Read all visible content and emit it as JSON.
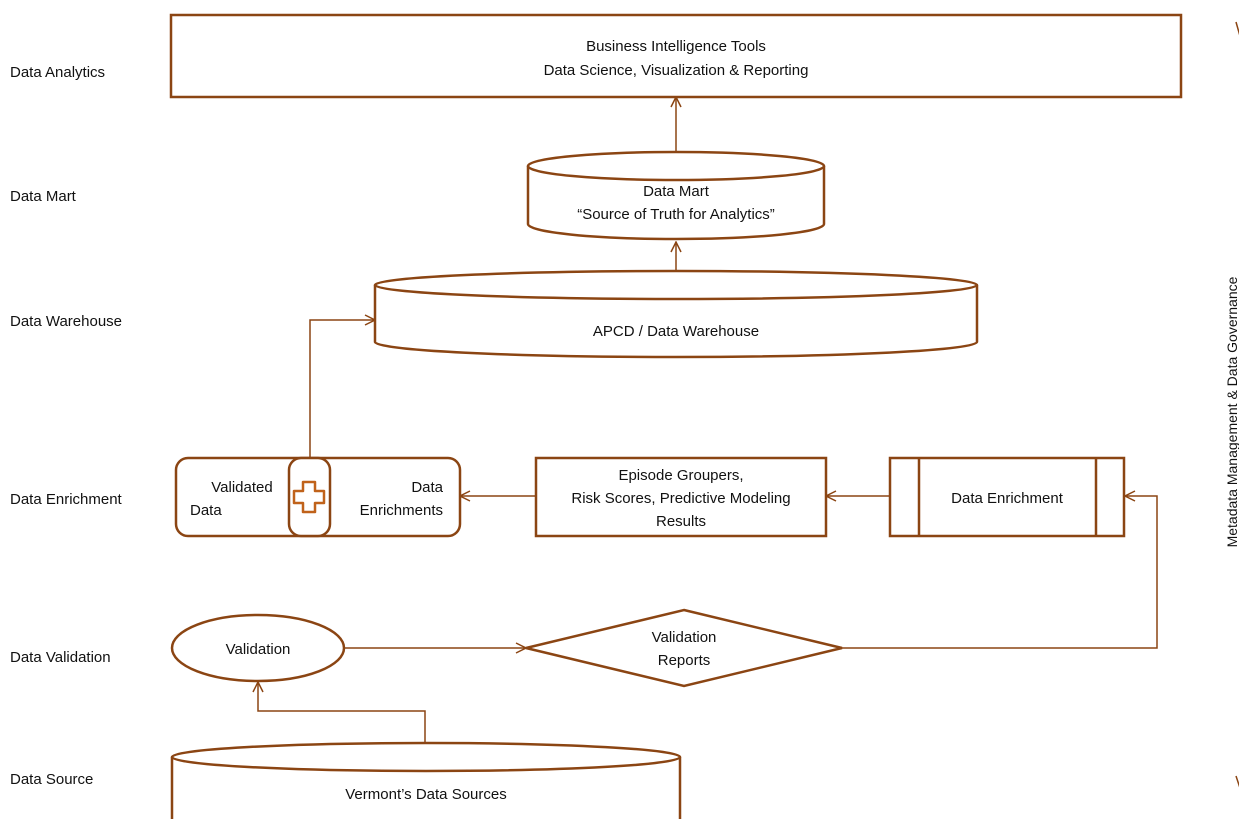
{
  "layers": [
    "Data Analytics",
    "Data Mart",
    "Data Warehouse",
    "Data Enrichment",
    "Data Validation",
    "Data Source"
  ],
  "nodes": {
    "bi_tools": {
      "line1": "Business Intelligence Tools",
      "line2": "Data Science, Visualization & Reporting"
    },
    "data_mart": {
      "line1": "Data  Mart",
      "line2": "“Source of Truth for Analytics”"
    },
    "warehouse": {
      "label": "APCD / Data  Warehouse"
    },
    "validated_enriched": {
      "left_line1": "Validated",
      "left_line2": "Data",
      "right_line1": "Data",
      "right_line2": "Enrichments"
    },
    "enrichment_results": {
      "line1": "Episode Groupers,",
      "line2": "Risk Scores, Predictive  Modeling",
      "line3": "Results"
    },
    "enrichment_process": {
      "label": "Data Enrichment"
    },
    "validation": {
      "label": "Validation"
    },
    "validation_reports": {
      "line1": "Validation",
      "line2": "Reports"
    },
    "data_sources": {
      "label": "Vermont’s Data Sources"
    }
  },
  "side_label": "Metadata Management & Data Governance",
  "colors": {
    "stroke": "#8b4513",
    "plus": "#c0621a",
    "background": "#ffffff"
  }
}
